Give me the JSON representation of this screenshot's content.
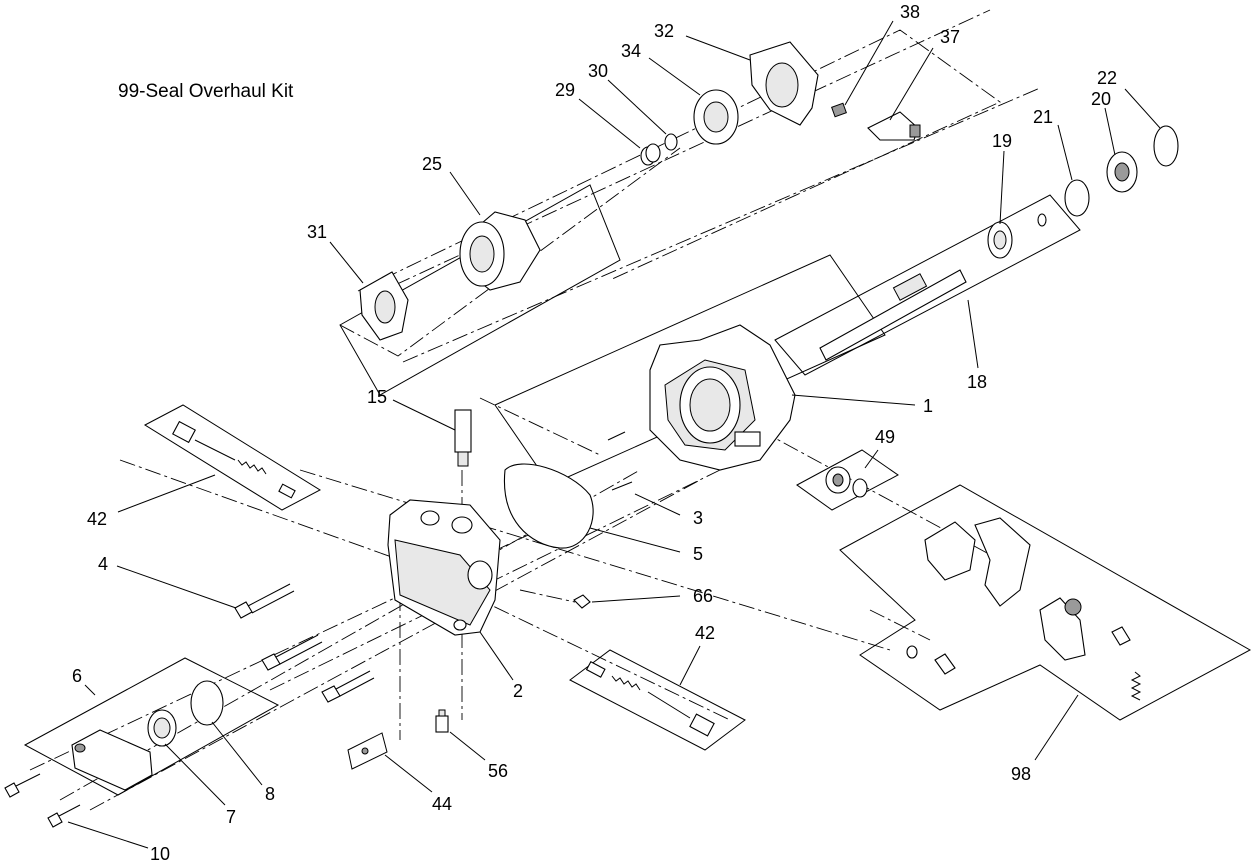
{
  "title": "99-Seal Overhaul Kit",
  "callouts": [
    {
      "id": "c1",
      "text": "1"
    },
    {
      "id": "c2",
      "text": "2"
    },
    {
      "id": "c3",
      "text": "3"
    },
    {
      "id": "c4",
      "text": "4"
    },
    {
      "id": "c5",
      "text": "5"
    },
    {
      "id": "c6",
      "text": "6"
    },
    {
      "id": "c7",
      "text": "7"
    },
    {
      "id": "c8",
      "text": "8"
    },
    {
      "id": "c10",
      "text": "10"
    },
    {
      "id": "c15",
      "text": "15"
    },
    {
      "id": "c18",
      "text": "18"
    },
    {
      "id": "c19",
      "text": "19"
    },
    {
      "id": "c20",
      "text": "20"
    },
    {
      "id": "c21",
      "text": "21"
    },
    {
      "id": "c22",
      "text": "22"
    },
    {
      "id": "c25",
      "text": "25"
    },
    {
      "id": "c29",
      "text": "29"
    },
    {
      "id": "c30",
      "text": "30"
    },
    {
      "id": "c31",
      "text": "31"
    },
    {
      "id": "c32",
      "text": "32"
    },
    {
      "id": "c34",
      "text": "34"
    },
    {
      "id": "c37",
      "text": "37"
    },
    {
      "id": "c38",
      "text": "38"
    },
    {
      "id": "c42a",
      "text": "42"
    },
    {
      "id": "c42b",
      "text": "42"
    },
    {
      "id": "c44",
      "text": "44"
    },
    {
      "id": "c49",
      "text": "49"
    },
    {
      "id": "c56",
      "text": "56"
    },
    {
      "id": "c66",
      "text": "66"
    },
    {
      "id": "c98",
      "text": "98"
    }
  ]
}
